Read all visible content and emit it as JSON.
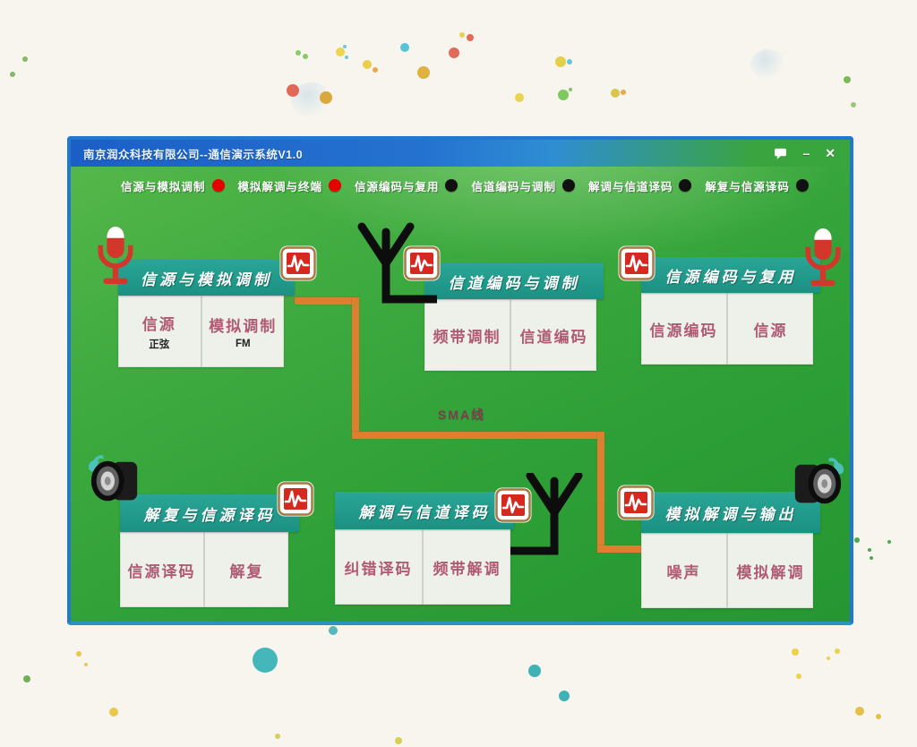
{
  "window": {
    "title": "南京润众科技有限公司--通信演示系统V1.0",
    "minimize_label": "–",
    "close_label": "✕"
  },
  "menu": {
    "items": [
      {
        "label": "信源与模拟调制",
        "dot_color": "#e60000"
      },
      {
        "label": "模拟解调与终端",
        "dot_color": "#e60000"
      },
      {
        "label": "信源编码与复用",
        "dot_color": "#111111"
      },
      {
        "label": "信道编码与调制",
        "dot_color": "#111111"
      },
      {
        "label": "解调与信道译码",
        "dot_color": "#111111"
      },
      {
        "label": "解复与信源译码",
        "dot_color": "#111111"
      }
    ]
  },
  "diagram": {
    "sma_label": "SMA线",
    "blocks": [
      {
        "title": "信源与模拟调制",
        "cells": [
          {
            "label": "信源",
            "sub": "正弦"
          },
          {
            "label": "模拟调制",
            "sub": "FM"
          }
        ]
      },
      {
        "title": "信道编码与调制",
        "cells": [
          {
            "label": "频带调制"
          },
          {
            "label": "信道编码"
          }
        ]
      },
      {
        "title": "信源编码与复用",
        "cells": [
          {
            "label": "信源编码"
          },
          {
            "label": "信源"
          }
        ]
      },
      {
        "title": "解复与信源译码",
        "cells": [
          {
            "label": "信源译码"
          },
          {
            "label": "解复"
          }
        ]
      },
      {
        "title": "解调与信道译码",
        "cells": [
          {
            "label": "纠错译码"
          },
          {
            "label": "频带解调"
          }
        ]
      },
      {
        "title": "模拟解调与输出",
        "cells": [
          {
            "label": "噪声"
          },
          {
            "label": "模拟解调"
          }
        ]
      }
    ]
  },
  "colors": {
    "cable_orange": "#dd7f2e",
    "banner_teal": "#1e9c8d",
    "cell_text_rose": "#b05a74",
    "title_bar_blue": "#1b5fc6",
    "body_green": "#2fa037",
    "status_red": "#e60000",
    "status_black": "#111111"
  }
}
